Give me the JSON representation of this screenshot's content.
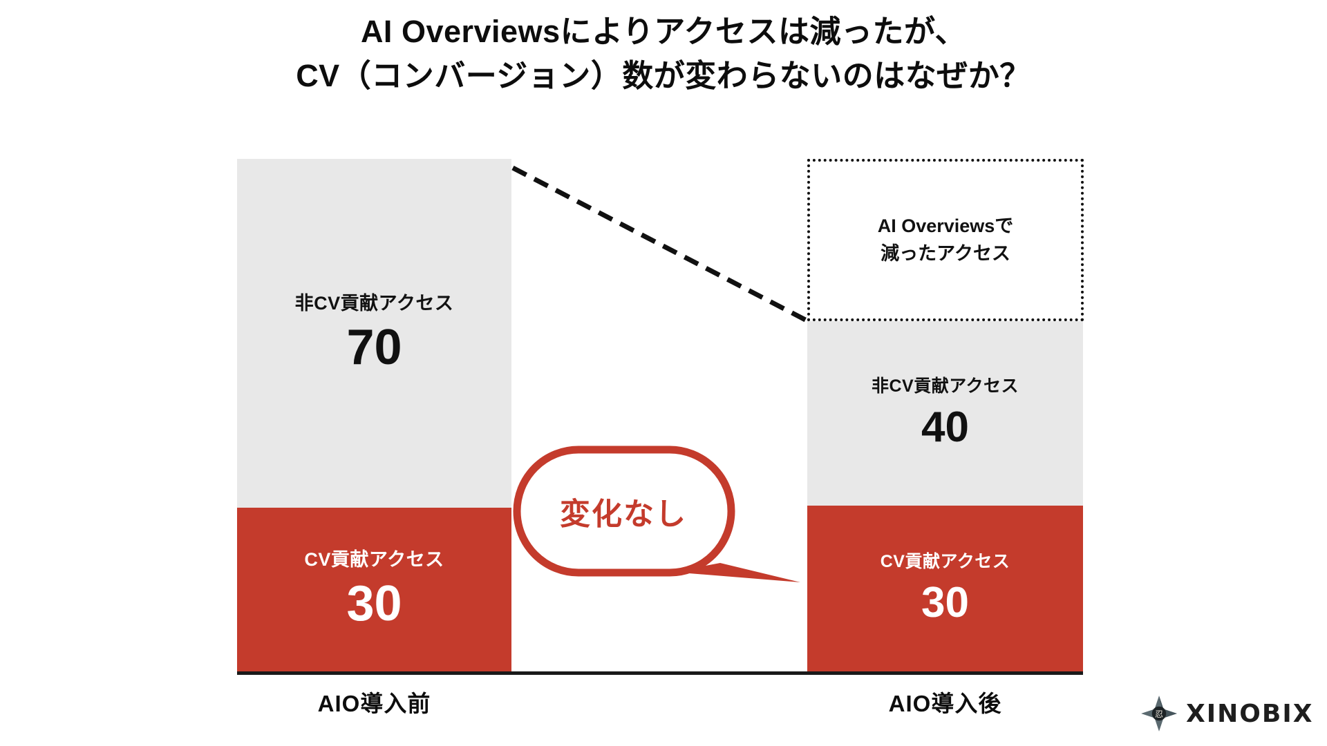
{
  "title": {
    "line1": "AI Overviewsによりアクセスは減ったが、",
    "line2": "CV（コンバージョン）数が変わらないのはなぜか？"
  },
  "annotations": {
    "lost_box_line1": "AI Overviewsで",
    "lost_box_line2": "減ったアクセス",
    "callout": "変化なし"
  },
  "logo": {
    "name": "XINOBIX",
    "mark": "shuriken-icon"
  },
  "colors": {
    "red": "#C43B2C",
    "gray": "#E8E8E8",
    "text": "#111111",
    "white": "#FFFFFF"
  },
  "chart_data": {
    "type": "bar",
    "title": "AI Overviewsによりアクセスは減ったが、CV（コンバージョン）数が変わらないのはなぜか？",
    "xlabel": "",
    "ylabel": "",
    "ylim": [
      0,
      100
    ],
    "grid": false,
    "legend": "none",
    "stacked": true,
    "categories": [
      "AIO導入前",
      "AIO導入後"
    ],
    "series": [
      {
        "name": "CV貢献アクセス",
        "values": [
          30,
          30
        ],
        "color": "#C43B2C"
      },
      {
        "name": "非CV貢献アクセス",
        "values": [
          70,
          40
        ],
        "color": "#E8E8E8"
      }
    ],
    "annotations": [
      {
        "text": "AI Overviewsで 減ったアクセス",
        "value": 30,
        "style": "dotted-box",
        "attached_to": "AIO導入後"
      },
      {
        "text": "変化なし",
        "style": "callout-bubble",
        "compares": [
          "CV貢献アクセス:AIO導入前",
          "CV貢献アクセス:AIO導入後"
        ]
      }
    ],
    "bars": [
      {
        "category": "AIO導入前",
        "total": 100,
        "segments": [
          {
            "label": "非CV貢献アクセス",
            "value": 70,
            "fill": "#E8E8E8",
            "text_color": "#111111"
          },
          {
            "label": "CV貢献アクセス",
            "value": 30,
            "fill": "#C43B2C",
            "text_color": "#FFFFFF"
          }
        ]
      },
      {
        "category": "AIO導入後",
        "total": 70,
        "segments": [
          {
            "label": "非CV貢献アクセス",
            "value": 40,
            "fill": "#E8E8E8",
            "text_color": "#111111"
          },
          {
            "label": "CV貢献アクセス",
            "value": 30,
            "fill": "#C43B2C",
            "text_color": "#FFFFFF"
          }
        ]
      }
    ]
  }
}
